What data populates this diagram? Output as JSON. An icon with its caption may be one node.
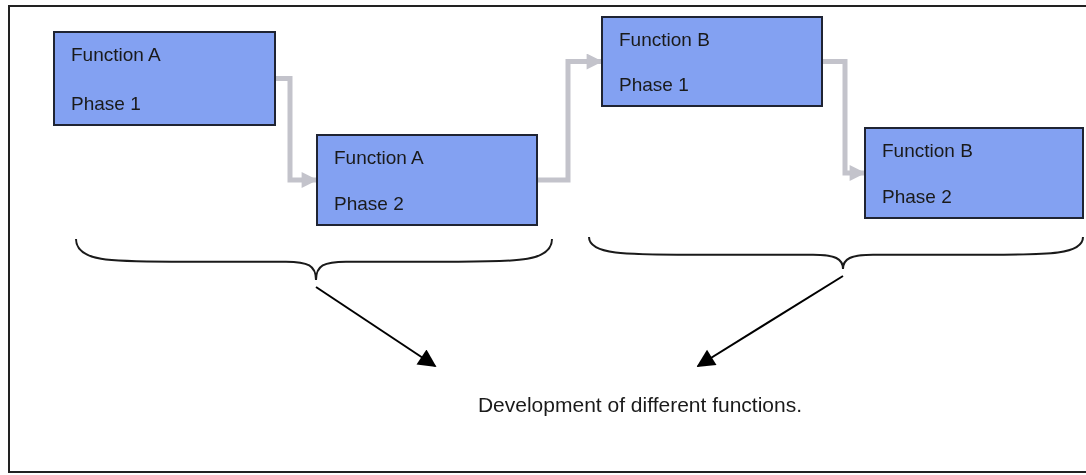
{
  "diagram": {
    "nodes": [
      {
        "text": [
          "Function A",
          "Phase 1"
        ]
      },
      {
        "text": [
          "Function A",
          "Phase 2"
        ]
      },
      {
        "text": [
          "Function B",
          "Phase 1"
        ]
      },
      {
        "text": [
          "Function B",
          "Phase 2"
        ]
      },
      {
        "text": [],
        "shape": "brace"
      },
      {
        "text": [],
        "shape": "brace"
      },
      {
        "text": [
          "Development of different functions."
        ]
      }
    ],
    "edges": [
      {
        "from": 0,
        "to": 1,
        "arrow": "to"
      },
      {
        "from": 1,
        "to": 2,
        "arrow": "to"
      },
      {
        "from": 2,
        "to": 3,
        "arrow": "to"
      },
      {
        "from": 4,
        "to": 6,
        "arrow": "to",
        "color": "#000000"
      },
      {
        "from": 5,
        "to": 6,
        "arrow": "to",
        "color": "#000000"
      }
    ]
  }
}
